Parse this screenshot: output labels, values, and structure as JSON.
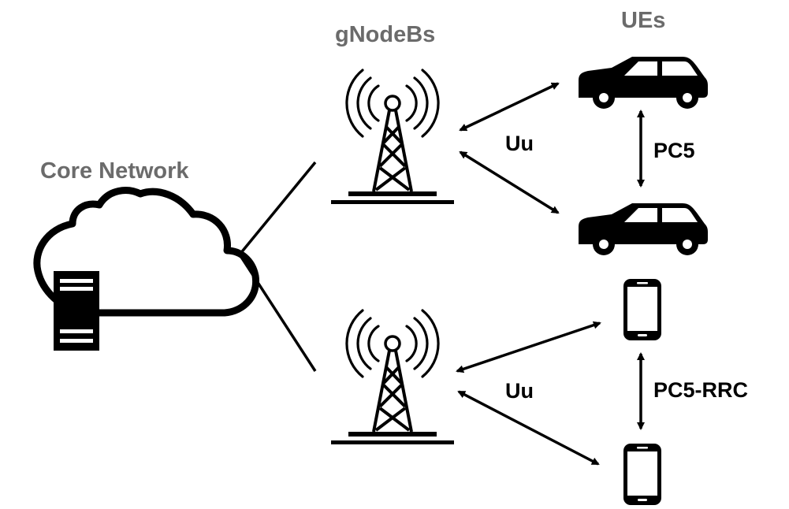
{
  "headings": {
    "core_network": "Core Network",
    "gnodebs": "gNodeBs",
    "ues": "UEs"
  },
  "links": {
    "uu_top": "Uu",
    "uu_bottom": "Uu",
    "pc5": "PC5",
    "pc5_rrc": "PC5-RRC"
  },
  "colors": {
    "heading_text": "#6b6b6b",
    "stroke": "#000000",
    "background": "#ffffff"
  },
  "icons": {
    "core": [
      "cloud-icon",
      "server-icon"
    ],
    "base_stations": [
      "cell-tower-icon",
      "cell-tower-icon"
    ],
    "vehicles": [
      "car-icon",
      "car-icon"
    ],
    "phones": [
      "smartphone-icon",
      "smartphone-icon"
    ]
  }
}
